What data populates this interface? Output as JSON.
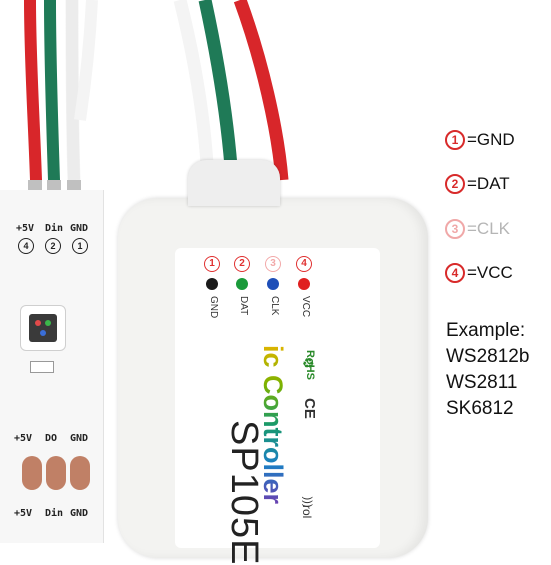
{
  "strip": {
    "top_labels": [
      "+5V",
      "Din",
      "GND"
    ],
    "top_numbers": [
      "4",
      "2",
      "1"
    ],
    "middle_labels": [
      "+5V",
      "DO",
      "GND"
    ],
    "bottom_labels": [
      "+5V",
      "Din",
      "GND"
    ]
  },
  "controller": {
    "model": "SP105E",
    "subtitle": "ic Controller",
    "ports": [
      {
        "number": "1",
        "label": "GND",
        "color": "#1a1a1a"
      },
      {
        "number": "2",
        "label": "DAT",
        "color": "#1a9a3a"
      },
      {
        "number": "3",
        "label": "CLK",
        "color": "#1e4fb8"
      },
      {
        "number": "4",
        "label": "VCC",
        "color": "#e02020"
      }
    ],
    "cert_ce": "CE",
    "cert_rohs": "RoHS",
    "bottom_text": "rol"
  },
  "legend": [
    {
      "number": "1",
      "text": "=GND"
    },
    {
      "number": "2",
      "text": "=DAT"
    },
    {
      "number": "3",
      "text": "=CLK"
    },
    {
      "number": "4",
      "text": "=VCC"
    }
  ],
  "example": {
    "title": "Example:",
    "models": [
      "WS2812b",
      "WS2811",
      "SK6812"
    ]
  },
  "colors": {
    "accent_red": "#d82a2a",
    "wire_red": "#d8262a",
    "wire_green": "#1f7a57",
    "wire_white": "#f4f4f4"
  }
}
